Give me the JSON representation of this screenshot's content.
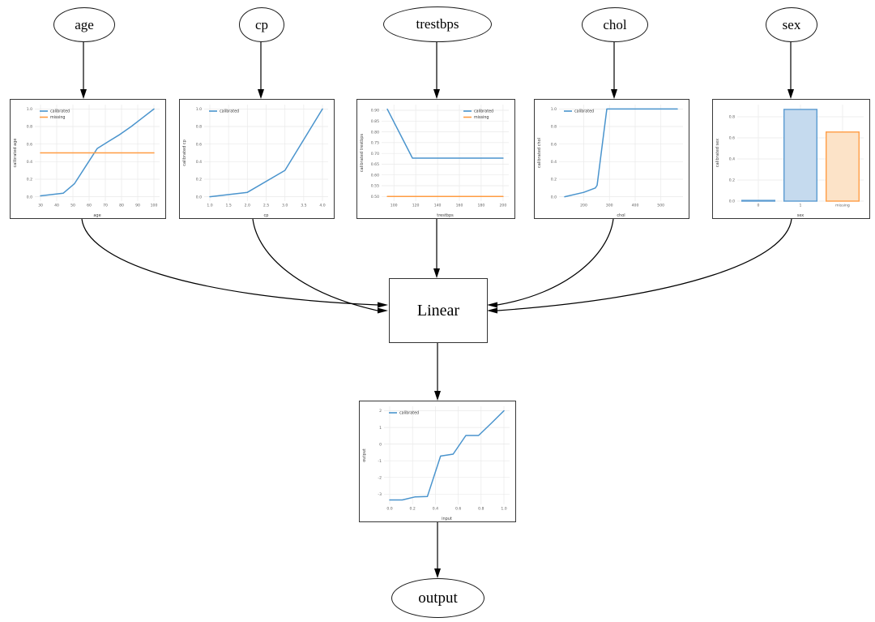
{
  "diagram": {
    "nodes": {
      "age": "age",
      "cp": "cp",
      "trestbps": "trestbps",
      "chol": "chol",
      "sex": "sex",
      "linear": "Linear",
      "output": "output"
    }
  },
  "colors": {
    "blue": "#4a94cd",
    "orange": "#ff9c43",
    "blue_fill": "#c5daee",
    "blue_edge": "#5b9bd1",
    "orange_fill": "#fce3c8",
    "orange_edge": "#ff9d45",
    "grid": "#e9e9e9",
    "edge_line": "#000000"
  },
  "chart_data": [
    {
      "id": "age_calibrator",
      "type": "line",
      "xlabel": "age",
      "ylabel": "calibrated age",
      "xlim": [
        26.5,
        103.5
      ],
      "ylim": [
        -0.05,
        1.05
      ],
      "xticks": {
        "values": [
          30,
          40,
          50,
          60,
          70,
          80,
          90,
          100
        ],
        "labels": [
          "30",
          "40",
          "50",
          "60",
          "70",
          "80",
          "90",
          "100"
        ]
      },
      "yticks": {
        "values": [
          0.0,
          0.2,
          0.4,
          0.6,
          0.8,
          1.0
        ],
        "labels": [
          "0.0",
          "0.2",
          "0.4",
          "0.6",
          "0.8",
          "1.0"
        ]
      },
      "legend": {
        "loc": "upper-left",
        "entries": [
          {
            "label": "calibrated",
            "color_key": "blue"
          },
          {
            "label": "missing",
            "color_key": "orange"
          }
        ]
      },
      "series": [
        {
          "name": "calibrated",
          "color_key": "blue",
          "x": [
            30,
            44,
            51,
            58,
            65,
            72,
            79,
            86,
            93,
            100
          ],
          "y": [
            0.01,
            0.04,
            0.15,
            0.35,
            0.55,
            0.63,
            0.71,
            0.8,
            0.9,
            1.0
          ]
        },
        {
          "name": "missing",
          "color_key": "orange",
          "x": [
            30,
            100
          ],
          "y": [
            0.5,
            0.5
          ]
        }
      ]
    },
    {
      "id": "cp_calibrator",
      "type": "line",
      "xlabel": "cp",
      "ylabel": "calibrated cp",
      "xlim": [
        0.85,
        4.15
      ],
      "ylim": [
        -0.05,
        1.05
      ],
      "xticks": {
        "values": [
          1.0,
          1.5,
          2.0,
          2.5,
          3.0,
          3.5,
          4.0
        ],
        "labels": [
          "1.0",
          "1.5",
          "2.0",
          "2.5",
          "3.0",
          "3.5",
          "4.0"
        ]
      },
      "yticks": {
        "values": [
          0.0,
          0.2,
          0.4,
          0.6,
          0.8,
          1.0
        ],
        "labels": [
          "0.0",
          "0.2",
          "0.4",
          "0.6",
          "0.8",
          "1.0"
        ]
      },
      "legend": {
        "loc": "upper-left",
        "entries": [
          {
            "label": "calibrated",
            "color_key": "blue"
          }
        ]
      },
      "series": [
        {
          "name": "calibrated",
          "color_key": "blue",
          "x": [
            1.0,
            2.0,
            3.0,
            4.0
          ],
          "y": [
            0.0,
            0.05,
            0.3,
            1.0
          ]
        }
      ]
    },
    {
      "id": "trestbps_calibrator",
      "type": "line",
      "xlabel": "trestbps",
      "ylabel": "calibrated trestbps",
      "xlim": [
        88.7,
        205.3
      ],
      "ylim": [
        0.4785,
        0.9265
      ],
      "xticks": {
        "values": [
          100,
          120,
          140,
          160,
          180,
          200
        ],
        "labels": [
          "100",
          "120",
          "140",
          "160",
          "180",
          "200"
        ]
      },
      "yticks": {
        "values": [
          0.5,
          0.55,
          0.6,
          0.65,
          0.7,
          0.75,
          0.8,
          0.85,
          0.9
        ],
        "labels": [
          "0.50",
          "0.55",
          "0.60",
          "0.65",
          "0.70",
          "0.75",
          "0.80",
          "0.85",
          "0.90"
        ]
      },
      "legend": {
        "loc": "upper-right",
        "entries": [
          {
            "label": "calibrated",
            "color_key": "blue"
          },
          {
            "label": "missing",
            "color_key": "orange"
          }
        ]
      },
      "series": [
        {
          "name": "calibrated",
          "color_key": "blue",
          "x": [
            94,
            117,
            200
          ],
          "y": [
            0.905,
            0.678,
            0.678
          ]
        },
        {
          "name": "missing",
          "color_key": "orange",
          "x": [
            94,
            200
          ],
          "y": [
            0.5,
            0.5
          ]
        }
      ]
    },
    {
      "id": "chol_calibrator",
      "type": "line",
      "xlabel": "chol",
      "ylabel": "calibrated chol",
      "xlim": [
        104,
        586
      ],
      "ylim": [
        -0.05,
        1.05
      ],
      "xticks": {
        "values": [
          200,
          300,
          400,
          500
        ],
        "labels": [
          "200",
          "300",
          "400",
          "500"
        ]
      },
      "yticks": {
        "values": [
          0.0,
          0.2,
          0.4,
          0.6,
          0.8,
          1.0
        ],
        "labels": [
          "0.0",
          "0.2",
          "0.4",
          "0.6",
          "0.8",
          "1.0"
        ]
      },
      "legend": {
        "loc": "upper-left",
        "entries": [
          {
            "label": "calibrated",
            "color_key": "blue"
          }
        ]
      },
      "series": [
        {
          "name": "calibrated",
          "color_key": "blue",
          "x": [
            126,
            200,
            245,
            252,
            290,
            564
          ],
          "y": [
            0.0,
            0.05,
            0.1,
            0.13,
            1.0,
            1.0
          ]
        }
      ]
    },
    {
      "id": "sex_calibrator",
      "type": "bar",
      "xlabel": "sex",
      "ylabel": "calibrated sex",
      "xlim": [
        -0.5,
        2.5
      ],
      "ylim": [
        0,
        0.915
      ],
      "xticks": {
        "values": [
          0,
          1,
          2
        ],
        "labels": [
          "0",
          "1",
          "missing"
        ]
      },
      "yticks": {
        "values": [
          0.0,
          0.2,
          0.4,
          0.6,
          0.8
        ],
        "labels": [
          "0.0",
          "0.2",
          "0.4",
          "0.6",
          "0.8"
        ]
      },
      "bars": {
        "categories": [
          "0",
          "1",
          "missing"
        ],
        "values": [
          0.007,
          0.87,
          0.655
        ],
        "fill_keys": [
          "blue_fill",
          "blue_fill",
          "orange_fill"
        ],
        "edge_keys": [
          "blue_edge",
          "blue_edge",
          "orange_edge"
        ]
      }
    },
    {
      "id": "output_calibrator",
      "type": "line",
      "xlabel": "input",
      "ylabel": "output",
      "xlim": [
        -0.05,
        1.05
      ],
      "ylim": [
        -3.62,
        2.27
      ],
      "xticks": {
        "values": [
          0.0,
          0.2,
          0.4,
          0.6,
          0.8,
          1.0
        ],
        "labels": [
          "0.0",
          "0.2",
          "0.4",
          "0.6",
          "0.8",
          "1.0"
        ]
      },
      "yticks": {
        "values": [
          -3,
          -2,
          -1,
          0,
          1,
          2
        ],
        "labels": [
          "-3",
          "-2",
          "-1",
          "0",
          "1",
          "2"
        ]
      },
      "legend": {
        "loc": "upper-left",
        "entries": [
          {
            "label": "calibrated",
            "color_key": "blue"
          }
        ]
      },
      "series": [
        {
          "name": "calibrated",
          "color_key": "blue",
          "x": [
            0.0,
            0.11,
            0.22,
            0.33,
            0.445,
            0.555,
            0.667,
            0.778,
            0.889,
            1.0
          ],
          "y": [
            -3.35,
            -3.35,
            -3.17,
            -3.15,
            -0.72,
            -0.6,
            0.52,
            0.52,
            1.25,
            2.0
          ]
        }
      ]
    }
  ]
}
